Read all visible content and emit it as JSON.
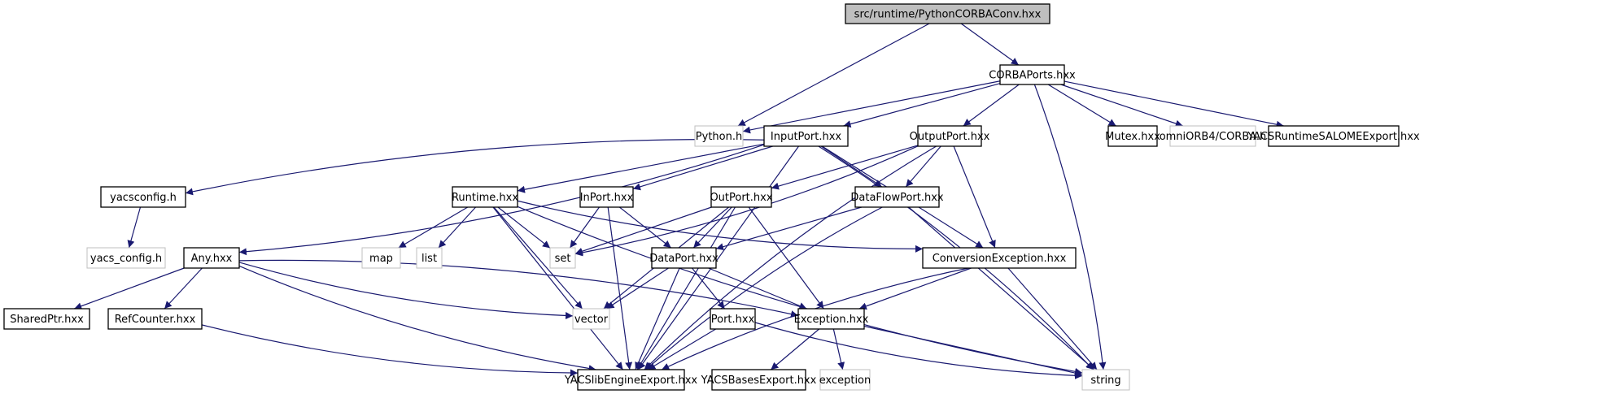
{
  "title": "src/runtime/PythonCORBAConv.hxx",
  "colors": {
    "edge": "#191970",
    "root_fill": "#bfbfbf",
    "node_border": "#000000",
    "external_border": "#bfbfbf",
    "node_fill": "#ffffff"
  },
  "nodes": [
    {
      "id": "root",
      "label": "src/runtime/PythonCORBAConv.hxx",
      "kind": "root"
    },
    {
      "id": "corbaports",
      "label": "CORBAPorts.hxx",
      "kind": "internal"
    },
    {
      "id": "pythonh",
      "label": "Python.h",
      "kind": "external"
    },
    {
      "id": "inputport",
      "label": "InputPort.hxx",
      "kind": "internal"
    },
    {
      "id": "outputport",
      "label": "OutputPort.hxx",
      "kind": "internal"
    },
    {
      "id": "mutex",
      "label": "Mutex.hxx",
      "kind": "internal"
    },
    {
      "id": "omniorb",
      "label": "omniORB4/CORBA.h",
      "kind": "external"
    },
    {
      "id": "yacsruntimesalome",
      "label": "YACSRuntimeSALOMEExport.hxx",
      "kind": "internal"
    },
    {
      "id": "yacsconfig",
      "label": "yacsconfig.h",
      "kind": "internal"
    },
    {
      "id": "yacs_config",
      "label": "yacs_config.h",
      "kind": "external"
    },
    {
      "id": "any",
      "label": "Any.hxx",
      "kind": "internal"
    },
    {
      "id": "runtime",
      "label": "Runtime.hxx",
      "kind": "internal"
    },
    {
      "id": "inport",
      "label": "InPort.hxx",
      "kind": "internal"
    },
    {
      "id": "outport",
      "label": "OutPort.hxx",
      "kind": "internal"
    },
    {
      "id": "dataflowport",
      "label": "DataFlowPort.hxx",
      "kind": "internal"
    },
    {
      "id": "map",
      "label": "map",
      "kind": "external"
    },
    {
      "id": "list",
      "label": "list",
      "kind": "external"
    },
    {
      "id": "set",
      "label": "set",
      "kind": "external"
    },
    {
      "id": "dataport",
      "label": "DataPort.hxx",
      "kind": "internal"
    },
    {
      "id": "conversionexception",
      "label": "ConversionException.hxx",
      "kind": "internal"
    },
    {
      "id": "sharedptr",
      "label": "SharedPtr.hxx",
      "kind": "internal"
    },
    {
      "id": "refcounter",
      "label": "RefCounter.hxx",
      "kind": "internal"
    },
    {
      "id": "vector",
      "label": "vector",
      "kind": "external"
    },
    {
      "id": "port",
      "label": "Port.hxx",
      "kind": "internal"
    },
    {
      "id": "exception_hxx",
      "label": "Exception.hxx",
      "kind": "internal"
    },
    {
      "id": "yacslibengine",
      "label": "YACSlibEngineExport.hxx",
      "kind": "internal"
    },
    {
      "id": "yacsbases",
      "label": "YACSBasesExport.hxx",
      "kind": "internal"
    },
    {
      "id": "exception",
      "label": "exception",
      "kind": "external"
    },
    {
      "id": "string",
      "label": "string",
      "kind": "external"
    }
  ],
  "edges": [
    [
      "root",
      "pythonh"
    ],
    [
      "root",
      "corbaports"
    ],
    [
      "corbaports",
      "pythonh"
    ],
    [
      "corbaports",
      "inputport"
    ],
    [
      "corbaports",
      "outputport"
    ],
    [
      "corbaports",
      "mutex"
    ],
    [
      "corbaports",
      "omniorb"
    ],
    [
      "corbaports",
      "yacsruntimesalome"
    ],
    [
      "corbaports",
      "string"
    ],
    [
      "inputport",
      "yacsconfig"
    ],
    [
      "inputport",
      "any"
    ],
    [
      "inputport",
      "runtime"
    ],
    [
      "inputport",
      "inport"
    ],
    [
      "inputport",
      "dataflowport"
    ],
    [
      "inputport",
      "conversionexception"
    ],
    [
      "inputport",
      "yacslibengine"
    ],
    [
      "inputport",
      "string"
    ],
    [
      "outputport",
      "outport"
    ],
    [
      "outputport",
      "dataflowport"
    ],
    [
      "outputport",
      "conversionexception"
    ],
    [
      "outputport",
      "set"
    ],
    [
      "outputport",
      "yacslibengine"
    ],
    [
      "yacsconfig",
      "yacs_config"
    ],
    [
      "runtime",
      "map"
    ],
    [
      "runtime",
      "list"
    ],
    [
      "runtime",
      "set"
    ],
    [
      "runtime",
      "vector"
    ],
    [
      "runtime",
      "conversionexception"
    ],
    [
      "runtime",
      "yacslibengine"
    ],
    [
      "runtime",
      "string"
    ],
    [
      "inport",
      "set"
    ],
    [
      "inport",
      "dataport"
    ],
    [
      "inport",
      "yacslibengine"
    ],
    [
      "outport",
      "set"
    ],
    [
      "outport",
      "dataport"
    ],
    [
      "outport",
      "vector"
    ],
    [
      "outport",
      "exception_hxx"
    ],
    [
      "outport",
      "yacslibengine"
    ],
    [
      "dataflowport",
      "dataport"
    ],
    [
      "dataflowport",
      "yacslibengine"
    ],
    [
      "dataflowport",
      "string"
    ],
    [
      "any",
      "sharedptr"
    ],
    [
      "any",
      "refcounter"
    ],
    [
      "any",
      "vector"
    ],
    [
      "any",
      "exception_hxx"
    ],
    [
      "any",
      "yacslibengine"
    ],
    [
      "dataport",
      "port"
    ],
    [
      "dataport",
      "exception_hxx"
    ],
    [
      "dataport",
      "vector"
    ],
    [
      "dataport",
      "yacslibengine"
    ],
    [
      "conversionexception",
      "exception_hxx"
    ],
    [
      "conversionexception",
      "yacslibengine"
    ],
    [
      "conversionexception",
      "string"
    ],
    [
      "refcounter",
      "yacslibengine"
    ],
    [
      "port",
      "yacslibengine"
    ],
    [
      "port",
      "string"
    ],
    [
      "exception_hxx",
      "yacsbases"
    ],
    [
      "exception_hxx",
      "exception"
    ],
    [
      "exception_hxx",
      "string"
    ]
  ]
}
